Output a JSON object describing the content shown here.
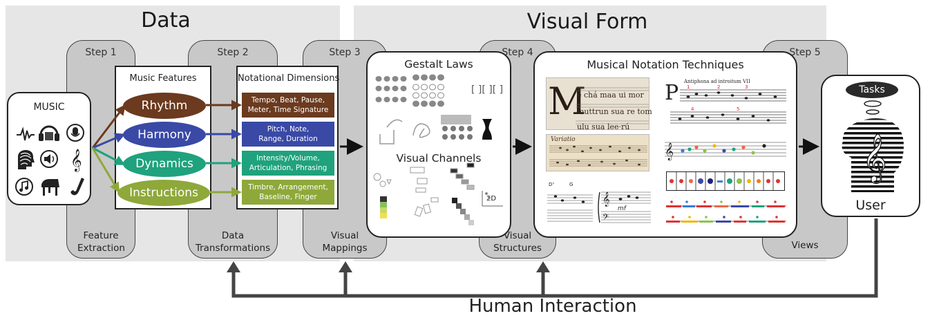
{
  "sections": {
    "data": "Data",
    "visual_form": "Visual Form"
  },
  "steps": [
    {
      "label": "Step 1",
      "caption": "Feature Extraction"
    },
    {
      "label": "Step 2",
      "caption": "Data Transformations"
    },
    {
      "label": "Step 3",
      "caption": "Visual Mappings"
    },
    {
      "label": "Step 4",
      "caption": "Visual Structures"
    },
    {
      "label": "Step 5",
      "caption": "Views"
    }
  ],
  "music": {
    "title": "MUSIC",
    "icons": [
      "waveform-icon",
      "headphones-icon",
      "microphone-icon",
      "fingerprint-head-icon",
      "speaker-icon",
      "treble-clef-icon",
      "music-note-icon",
      "piano-icon",
      "saxophone-icon"
    ]
  },
  "music_features": {
    "title": "Music Features",
    "items": [
      {
        "label": "Rhythm",
        "color": "#6b3a1f"
      },
      {
        "label": "Harmony",
        "color": "#3a49a6"
      },
      {
        "label": "Dynamics",
        "color": "#1fa27d"
      },
      {
        "label": "Instructions",
        "color": "#8ea83a"
      }
    ]
  },
  "notational_dimensions": {
    "title": "Notational Dimensions",
    "items": [
      {
        "line1": "Tempo, Beat, Pause,",
        "line2": "Meter, Time Signature"
      },
      {
        "line1": "Pitch, Note,",
        "line2": "Range, Duration"
      },
      {
        "line1": "Intensity/Volume,",
        "line2": "Articulation, Phrasing"
      },
      {
        "line1": "Timbre, Arrangement,",
        "line2": "Baseline, Finger"
      }
    ]
  },
  "gestalt": {
    "title": "Gestalt Laws",
    "channels_title": "Visual Channels",
    "channel_label": "2D"
  },
  "notation": {
    "title": "Musical Notation Techniques",
    "score_heading": "Antiphona ad introitum VII",
    "variatio": "Variatio"
  },
  "user": {
    "tasks": "Tasks",
    "label": "User"
  },
  "interaction": "Human Interaction",
  "colors": {
    "band": "#e6e6e6",
    "step": "#c8c8c8",
    "arrow": "#444444"
  }
}
